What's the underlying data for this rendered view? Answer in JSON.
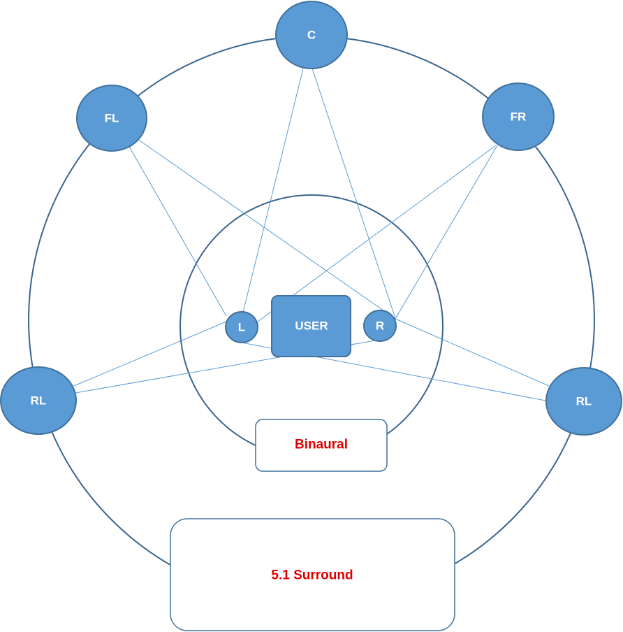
{
  "colors": {
    "node_fill": "#5b9bd5",
    "node_stroke": "#41719c",
    "ring_stroke": "#3a6591",
    "line_stroke": "#5b9bd5",
    "box_stroke": "#41719c",
    "label_red": "#e00000"
  },
  "speakers": {
    "c": "C",
    "fl": "FL",
    "fr": "FR",
    "rl_left": "RL",
    "rl_right": "RL"
  },
  "listener": {
    "left_ear": "L",
    "right_ear": "R",
    "user": "USER"
  },
  "boxes": {
    "binaural": "Binaural",
    "surround": "5.1 Surround"
  }
}
